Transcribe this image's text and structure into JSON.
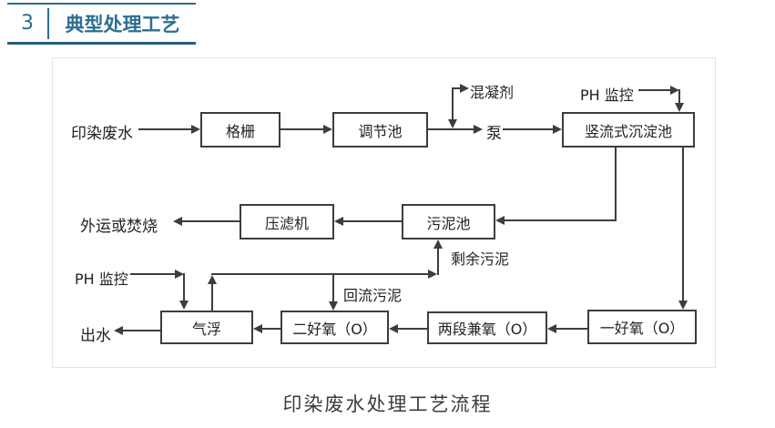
{
  "header": {
    "number": "3",
    "title": "典型处理工艺"
  },
  "caption": "印染废水处理工艺流程",
  "diagram": {
    "boxes": {
      "grid": "格栅",
      "regulating_tank": "调节池",
      "sedimentation_tank": "竖流式沉淀池",
      "filter_press": "压滤机",
      "sludge_tank": "污泥池",
      "air_flotation": "气浮",
      "aerobic_2": "二好氧（O）",
      "two_stage_facultative": "两段兼氧（O）",
      "aerobic_1": "一好氧（O）"
    },
    "labels": {
      "influent": "印染废水",
      "coagulant": "混凝剂",
      "pump": "泵",
      "ph_monitor_top": "PH 监控",
      "disposal": "外运或焚烧",
      "excess_sludge": "剩余污泥",
      "ph_monitor_bottom": "PH 监控",
      "return_sludge": "回流污泥",
      "effluent": "出水"
    }
  }
}
